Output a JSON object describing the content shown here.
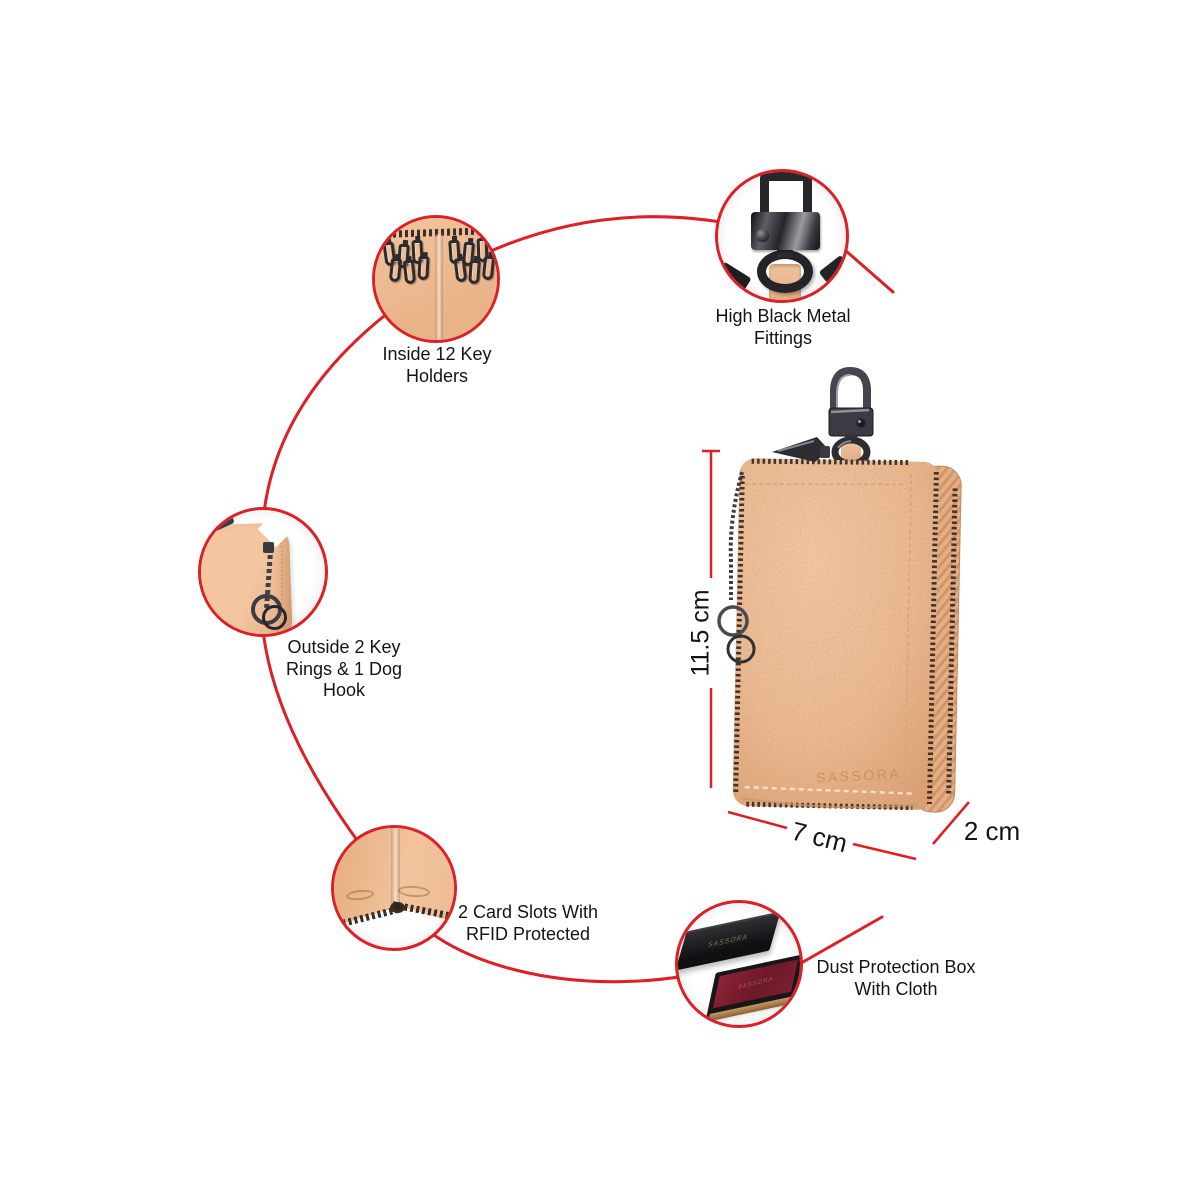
{
  "page": {
    "background": "#ffffff"
  },
  "colors": {
    "accent_red": "#de1f26",
    "leather_tan": "#eebb93",
    "leather_dark": "#dfa377",
    "metal_dark": "#26262b",
    "metal_light": "#999ca2",
    "box_black": "#17171a",
    "cloth_maroon": "#7d1f30",
    "text": "#141414"
  },
  "product": {
    "brand": "SASSORA",
    "dimensions": {
      "height": "11.5 cm",
      "width": "7 cm",
      "depth": "2 cm"
    }
  },
  "callouts": [
    {
      "id": "inside-key-holders",
      "lines": [
        "Inside 12 Key",
        "Holders"
      ]
    },
    {
      "id": "high-black-metal-fittings",
      "lines": [
        "High Black Metal",
        "Fittings"
      ]
    },
    {
      "id": "outside-key-rings",
      "lines": [
        "Outside 2 Key",
        "Rings & 1 Dog",
        "Hook"
      ]
    },
    {
      "id": "card-slots-rfid",
      "lines": [
        "2 Card Slots With",
        "RFID Protected"
      ]
    },
    {
      "id": "dust-protection-box",
      "lines": [
        "Dust Protection Box",
        "With Cloth"
      ]
    }
  ]
}
